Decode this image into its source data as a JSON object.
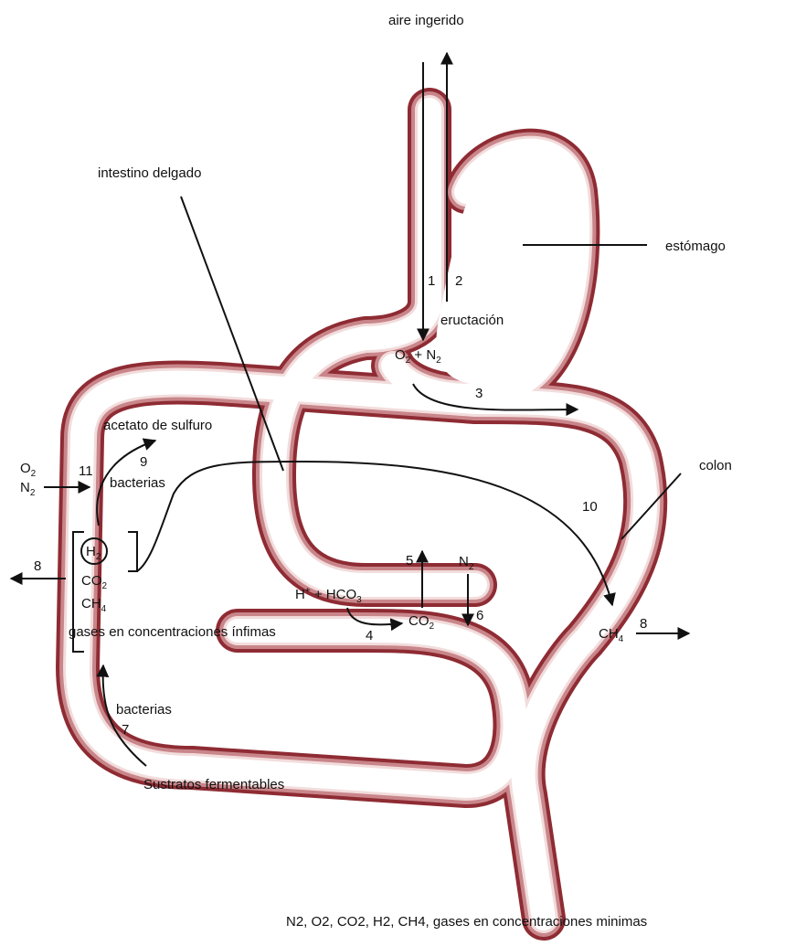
{
  "labels": {
    "aire_ingerido": "aire ingerido",
    "intestino_delgado": "intestino delgado",
    "estomago": "estómago",
    "eructacion": "eructación",
    "colon": "colon",
    "acetato_de_sulfuro": "acetato de sulfuro",
    "bacterias_top": "bacterias",
    "gases_minimas": "gases en concentraciones ínfimas",
    "bacterias_bottom": "bacterias",
    "sustratos": "Sustratos fermentables",
    "footer": "N2, O2, CO2, H2, CH4, gases en concentraciones minimas"
  },
  "chem": {
    "o2": "O",
    "o2_sub": "2",
    "n2": "N",
    "n2_sub": "2",
    "o2_n2_a": "O",
    "o2_n2_sub1": "2",
    "o2_n2_b": " + N",
    "o2_n2_sub2": "2",
    "h2": "H",
    "h2_sub": "2",
    "co2": "CO",
    "co2_sub": "2",
    "ch4": "CH",
    "ch4_sub": "4",
    "hplus": "H",
    "hplus_sup": "+",
    "hco3": " + HCO",
    "hco3_sub": "3",
    "co2_mid": "CO",
    "co2_mid_sub": "2",
    "n2_mid": "N",
    "n2_mid_sub": "2",
    "ch4_right": "CH",
    "ch4_right_sub": "4"
  },
  "numbers": {
    "n1": "1",
    "n2": "2",
    "n3": "3",
    "n4": "4",
    "n5": "5",
    "n6": "6",
    "n7": "7",
    "n8_left": "8",
    "n8_right": "8",
    "n9": "9",
    "n10": "10",
    "n11": "11"
  },
  "colors": {
    "tube_outer": "#8e2b33",
    "tube_mid": "#c9868a",
    "tube_inner": "#f2dcdc",
    "ink": "#111111"
  }
}
